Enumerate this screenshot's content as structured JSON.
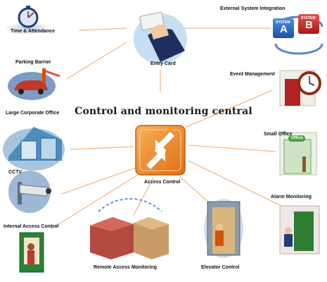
{
  "title": "Control and monitoring central",
  "hub": {
    "label": "Access Control"
  },
  "nodes": {
    "time_attendance": "Time & Attendance",
    "entry_card": "Entry Card",
    "external_system": "External System Integration",
    "system_a": "SYSTEM",
    "system_a_letter": "A",
    "system_b": "SYSTEM",
    "system_b_letter": "B",
    "parking_barrier": "Parking Barrier",
    "event_management": "Event Management",
    "large_office": "Large Corporate Office",
    "small_office": "Small Office",
    "small_office_sign": "Office",
    "cctv": "CCTV",
    "alarm_monitoring": "Alarm Monitoring",
    "internal_access": "Internal Access Control",
    "remote_access": "Remote Access Monitoring",
    "elevator_control": "Elevator Control"
  },
  "colors": {
    "connector": "#f0b98a",
    "hub_orange": "#f08a1e",
    "hub_dark": "#d2691e"
  }
}
